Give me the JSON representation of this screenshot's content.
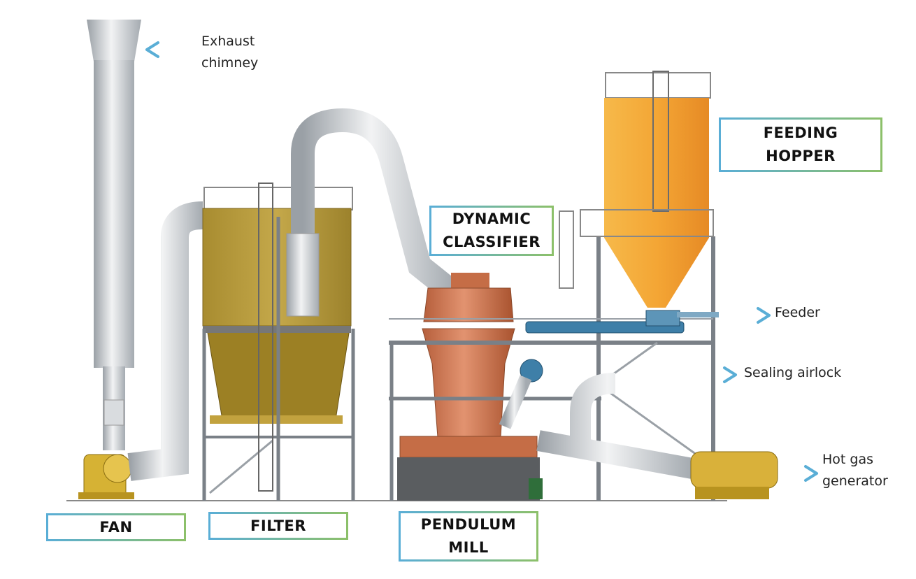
{
  "colors": {
    "hopper": "#f2a63a",
    "mill": "#c8714a",
    "filter": "#b59a3a",
    "duct": "#c9cdd1",
    "steel": "#8e959c",
    "conveyor": "#3e7fa8",
    "arrow_start": "#8cc06a",
    "arrow_end": "#5aaed6"
  },
  "boxes": {
    "fan": [
      "FAN"
    ],
    "filter": [
      "FILTER"
    ],
    "pendulum_mill": [
      "PENDULUM",
      "MILL"
    ],
    "dynamic_classifier": [
      "DYNAMIC",
      "CLASSIFIER"
    ],
    "feeding_hopper": [
      "FEEDING",
      "HOPPER"
    ]
  },
  "labels": {
    "exhaust_chimney": [
      "Exhaust",
      "chimney"
    ],
    "feeder": [
      "Feeder"
    ],
    "sealing_airlock": [
      "Sealing airlock"
    ],
    "hot_gas_generator": [
      "Hot gas",
      "generator"
    ]
  }
}
